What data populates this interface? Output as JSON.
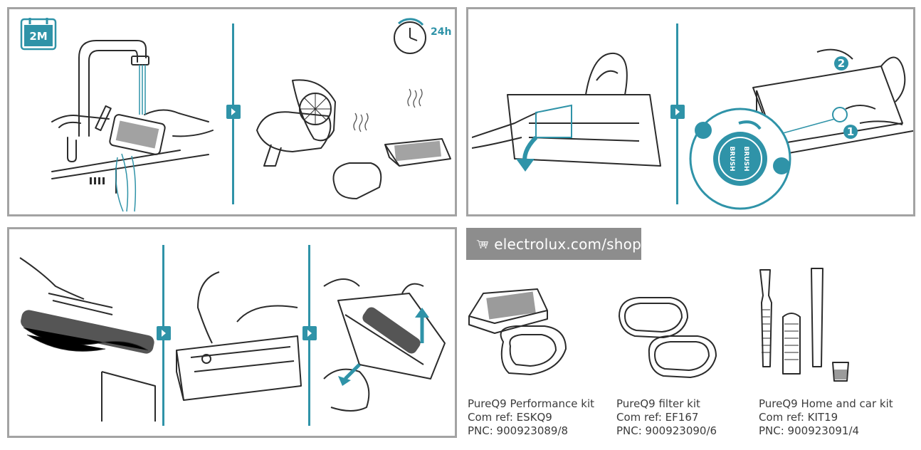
{
  "panels": {
    "top_left": {
      "badge_label": "2M",
      "drying_time": "24h"
    },
    "top_right": {
      "step_1": "1",
      "step_2": "2",
      "dial_label_a": "BRUSH",
      "dial_label_b": "BRUSH"
    }
  },
  "shop": {
    "url": "electrolux.com/shop",
    "icon": "shopping-cart-icon"
  },
  "kits": [
    {
      "name": "PureQ9 Performance kit",
      "com_ref": "Com ref: ESKQ9",
      "pnc": "PNC: 900923089/8"
    },
    {
      "name": "PureQ9 filter kit",
      "com_ref": "Com ref: EF167",
      "pnc": "PNC: 900923090/6"
    },
    {
      "name": "PureQ9 Home and car kit",
      "com_ref": "Com ref: KIT19",
      "pnc": "PNC: 900923091/4"
    }
  ],
  "colors": {
    "accent": "#2f93a8",
    "panel_border": "#a3a3a3",
    "banner": "#8d8d8d"
  }
}
